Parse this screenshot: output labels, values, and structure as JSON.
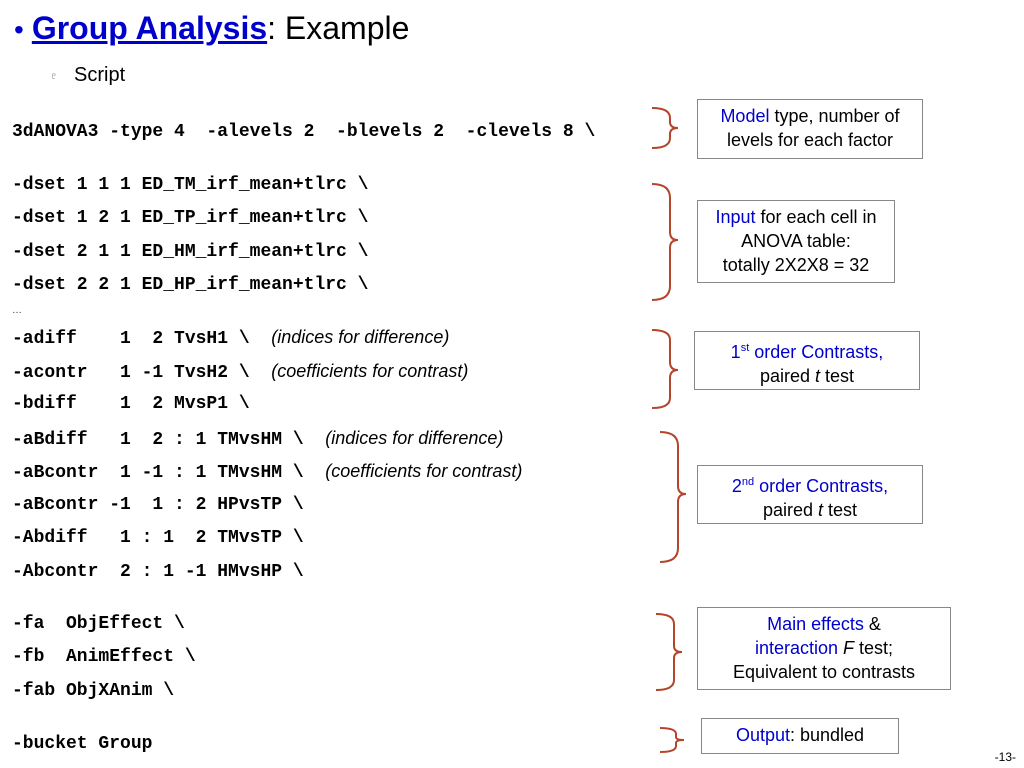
{
  "slide": {
    "bullet": "•",
    "title_link": "Group Analysis",
    "title_rest": ": Example",
    "sub_bullet": "♇",
    "subtitle": "Script",
    "page_number": "-13-"
  },
  "code_lines": [
    {
      "code": "3dANOVA3 -type 4  -alevels 2  -blevels 2  -clevels 8 \\",
      "note": ""
    },
    {
      "code": "-dset 1 1 1 ED_TM_irf_mean+tlrc \\",
      "note": ""
    },
    {
      "code": "-dset 1 2 1 ED_TP_irf_mean+tlrc \\",
      "note": ""
    },
    {
      "code": "-dset 2 1 1 ED_HM_irf_mean+tlrc \\",
      "note": ""
    },
    {
      "code": "-dset 2 2 1 ED_HP_irf_mean+tlrc \\",
      "note": ""
    },
    {
      "code": "-adiff    1  2 TvsH1 \\",
      "note": "(indices for difference)"
    },
    {
      "code": "-acontr   1 -1 TvsH2 \\",
      "note": "(coefficients for contrast)"
    },
    {
      "code": "-bdiff    1  2 MvsP1 \\",
      "note": ""
    },
    {
      "code": "-aBdiff   1  2 : 1 TMvsHM \\",
      "note": "(indices for difference)"
    },
    {
      "code": "-aBcontr  1 -1 : 1 TMvsHM \\",
      "note": "(coefficients for contrast)"
    },
    {
      "code": "-aBcontr -1  1 : 2 HPvsTP \\",
      "note": ""
    },
    {
      "code": "-Abdiff   1 : 1  2 TMvsTP \\",
      "note": ""
    },
    {
      "code": "-Abcontr  2 : 1 -1 HMvsHP \\",
      "note": ""
    },
    {
      "code": "-fa  ObjEffect \\",
      "note": ""
    },
    {
      "code": "-fb  AnimEffect \\",
      "note": ""
    },
    {
      "code": "-fab ObjXAnim \\",
      "note": ""
    },
    {
      "code": "-bucket Group",
      "note": ""
    }
  ],
  "ellipsis": "…",
  "boxes": {
    "model": {
      "blue": "Model",
      "rest1": " type, number of",
      "line2": "levels for each factor"
    },
    "input": {
      "blue": "Input",
      "rest1": " for each cell in",
      "line2": "ANOVA table:",
      "line3": "totally 2X2X8 = 32"
    },
    "first": {
      "num": "1",
      "sup": "st",
      "blue": " order Contrasts,",
      "line2a": "paired ",
      "t": "t",
      "line2b": " test"
    },
    "second": {
      "num": "2",
      "sup": "nd",
      "blue": " order Contrasts,",
      "line2a": "paired ",
      "t": "t",
      "line2b": " test"
    },
    "main": {
      "blue1": "Main effects",
      "amp": " &",
      "blue2": "interaction ",
      "f": "F",
      "test": " test;",
      "line3": "Equivalent to contrasts"
    },
    "output": {
      "blue": "Output",
      "rest": ": bundled"
    }
  },
  "colors": {
    "accent_blue": "#0000cc",
    "brace": "#b4442a"
  }
}
